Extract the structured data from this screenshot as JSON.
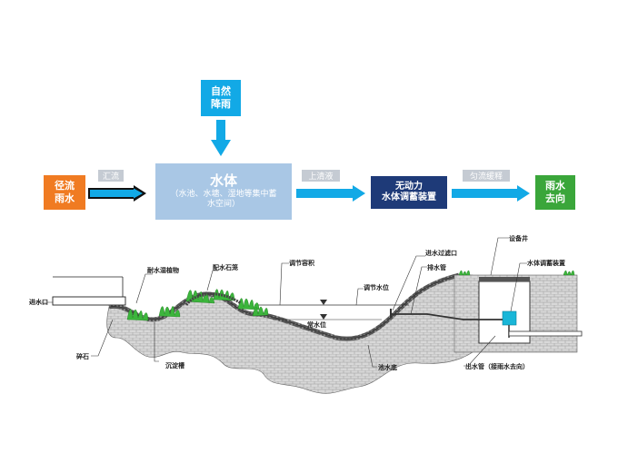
{
  "flow": {
    "rain_source": "自然\n降雨",
    "runoff": "径流\n雨水",
    "water_body_title": "水体",
    "water_body_sub": "（水池、水塘、湿地等集中蓄\n水空间）",
    "device": "无动力\n水体调蓄装置",
    "destination": "雨水\n去向",
    "edge_collect": "汇流",
    "edge_clear": "上清液",
    "edge_release": "匀流缓释"
  },
  "section": {
    "inlet": "进水口",
    "gravel": "碎石",
    "plants": "耐水湿植物",
    "stones": "配水石笼",
    "sediment": "沉淀槽",
    "storage": "调节容积",
    "adjust_level": "调节水位",
    "normal_level": "常水位",
    "inflow_filter": "进水过滤口",
    "drain_pipe": "排水管",
    "bottom": "池水底",
    "equipment_well": "设备井",
    "device_label": "水体调蓄装置",
    "outlet": "出水管（接雨水去向）"
  },
  "colors": {
    "orange": "#f07b22",
    "cyan": "#12a9e6",
    "light_blue": "#a9c7e5",
    "navy": "#1e3a78",
    "green": "#3aa63a",
    "grey_label": "#c5cbd3"
  }
}
